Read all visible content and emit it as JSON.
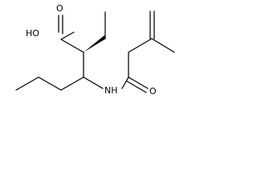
{
  "molecule": {
    "atoms": {
      "carbonyl_oxygen_acid": "O",
      "hydroxyl": "HO",
      "amide_nitrogen": "NH",
      "carbonyl_oxygen_amide": "O"
    }
  },
  "colors": {
    "bond": "#000000",
    "label": "#000000",
    "background": "#ffffff"
  }
}
